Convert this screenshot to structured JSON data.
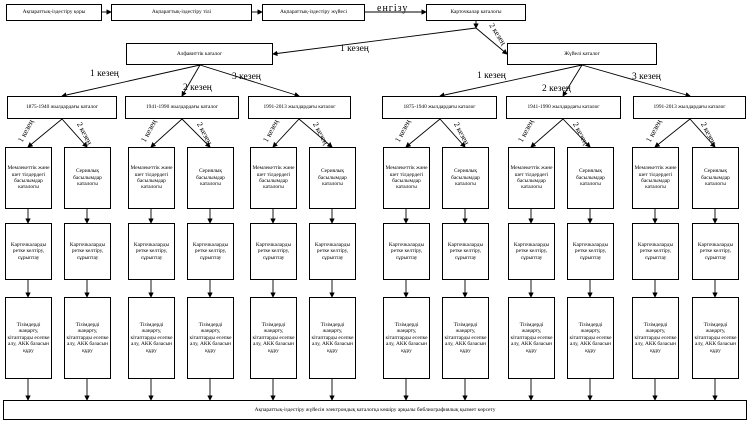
{
  "top_chain": [
    "Ақпараттық-іздестіру қоры",
    "Ақпараттық-іздестіру тілі",
    "Ақпараттық-іздестіру жүйесі"
  ],
  "input_label": "енгізу",
  "root": "Карточкалар каталогы",
  "stage_labels": {
    "s1": "1 кезең",
    "s2": "2 кезең",
    "s3": "3 кезең"
  },
  "halves": [
    {
      "title": "Алфавиттік каталог",
      "periods": [
        "1875-1940 жылдардағы каталог",
        "1941-1990 жылдардағы каталог",
        "1991-2013 жылдардағы каталог"
      ]
    },
    {
      "title": "Жүйелі каталог",
      "periods": [
        "1875-1940 жылдардағы каталог",
        "1941-1990 жылдардағы каталог",
        "1991-2013 жылдардағы каталог"
      ]
    }
  ],
  "leaf_texts": {
    "a": "Мемлекеттік және шет тілдердегі басылымдар каталогы",
    "b": "Сериялық басылымдар каталогы",
    "c": "Карточкаларды ретке келтіру, сұрыптау",
    "d": "Тізімдерді жаңарту, кітаптарды есепке алу, АКК базасын құру"
  },
  "bottom": "Ақпараттық-іздестіру жүйесін электрондық каталогқа көшіру арқылы библиографиялық қызмет көрсету"
}
